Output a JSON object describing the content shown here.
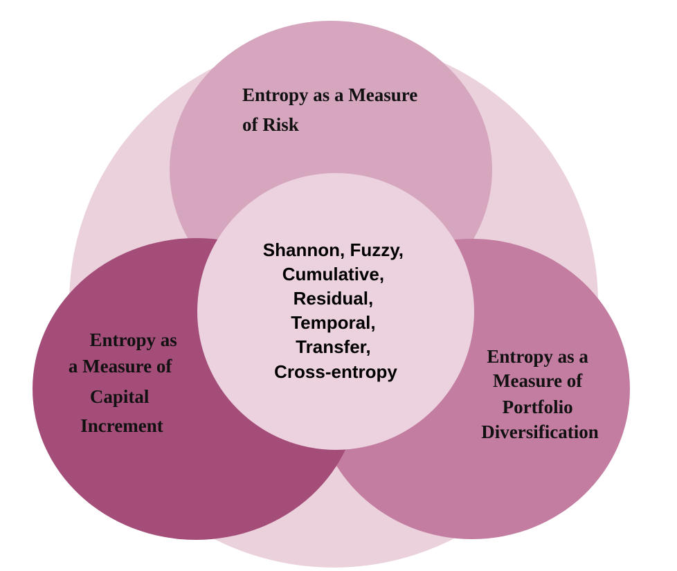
{
  "diagram": {
    "top": {
      "lines": [
        "Entropy as a Measure",
        "of Risk"
      ],
      "color": "#d6a6bf"
    },
    "left": {
      "lines": [
        "Entropy as",
        "a Measure of",
        "Capital",
        "Increment"
      ],
      "color": "#a44d79"
    },
    "right": {
      "lines": [
        "Entropy as a",
        "Measure of",
        "Portfolio",
        "Diversification"
      ],
      "color": "#c37da1"
    },
    "center": {
      "lines": [
        "Shannon, Fuzzy,",
        "Cumulative,",
        "Residual,",
        "Temporal,",
        "Transfer,",
        "Cross-entropy"
      ],
      "color": "#ecd2de"
    },
    "background": {
      "color": "#ebd1dc"
    }
  }
}
